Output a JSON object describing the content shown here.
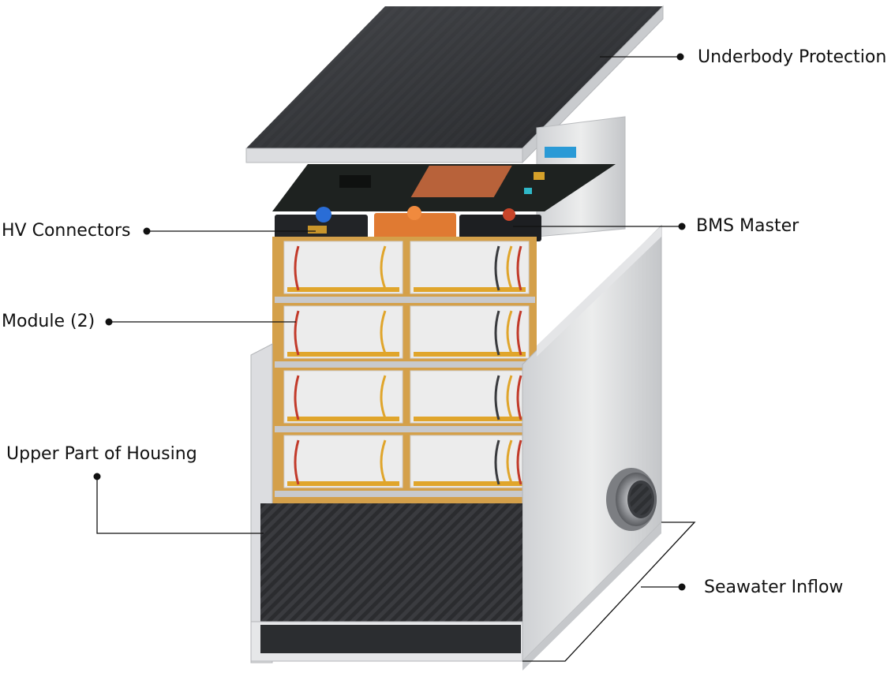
{
  "callouts": {
    "underbody_protection": "Underbody Protection",
    "hv_connectors": "HV Connectors",
    "bms_master": "BMS Master",
    "module": "Module (2)",
    "upper_housing": "Upper Part of Housing",
    "seawater_inflow": "Seawater Inflow"
  },
  "colors": {
    "housing": "#d9dadc",
    "carbon": "#2a2b2e",
    "pcb": "#1c1f1d",
    "copper": "#b8623a",
    "orange_terminal": "#e07a32",
    "blue_terminal": "#2a6dd6",
    "gold_bus": "#e0a52b",
    "cell": "#ececec"
  }
}
